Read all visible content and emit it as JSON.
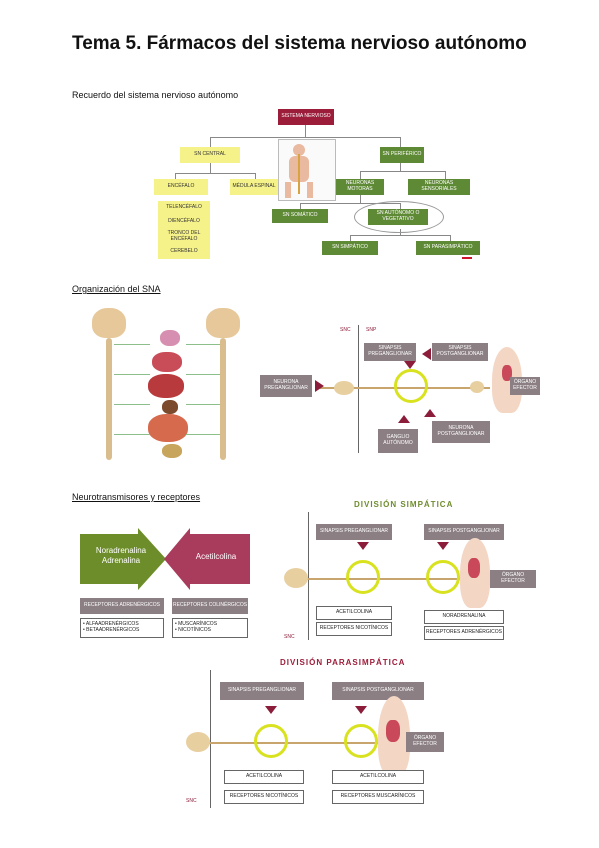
{
  "page": {
    "title": "Tema 5. Fármacos del sistema nervioso autónomo",
    "section1": "Recuerdo del sistema nervioso autónomo",
    "section2": "Organización del SNA",
    "section3": "Neurotransmisores y receptores"
  },
  "tree": {
    "root": "SISTEMA NERVIOSO",
    "snc": "SN CENTRAL",
    "snp": "SN PERIFÉRICO",
    "encefalo": "ENCÉFALO",
    "medula": "MÉDULA ESPINAL",
    "encefalo_parts": [
      "TELENCÉFALO",
      "DIENCÉFALO",
      "TRONCO DEL ENCÉFALO",
      "CEREBELO"
    ],
    "motoras": "NEURONAS MOTORAS",
    "sensoriales": "NEURONAS SENSORIALES",
    "somatico": "SN SOMÁTICO",
    "autonomo": "SN AUTÓNOMO O VEGETATIVO",
    "simpatico": "SN SIMPÁTICO",
    "parasimpatico": "SN PARASIMPÁTICO"
  },
  "organization": {
    "snc": "SNC",
    "snp": "SNP",
    "neurona_pre": "NEURONA PREGANGLIONAR",
    "sinapsis_pre": "SINAPSIS PREGANGLIONAR",
    "sinapsis_post": "SINAPSIS POSTGANGLIONAR",
    "organo": "ÓRGANO EFECTOR",
    "ganglio": "GANGLIO AUTÓNOMO",
    "neurona_post": "NEURONA POSTGANGLIONAR"
  },
  "neuro": {
    "noradrenalina": "Noradrenalina\nAdrenalina",
    "acetilcolina": "Acetilcolina",
    "rec_adr": "RECEPTORES ADRENÉRGICOS",
    "rec_col": "RECEPTORES COLINÉRGICOS",
    "adr_list": "• ALFAADRENÉRGICOS\n• BETAADRENÉRGICOS",
    "col_list": "• MUSCARÍNICOS\n• NICOTÍNICOS"
  },
  "simpatica": {
    "heading": "DIVISIÓN SIMPÁTICA",
    "sin_pre": "SINAPSIS PREGANGLIONAR",
    "sin_post": "SINAPSIS POSTGANGLIONAR",
    "organo": "ÓRGANO EFECTOR",
    "acetilcolina": "ACETILCOLINA",
    "rec_nic": "RECEPTORES NICOTÍNICOS",
    "noradrenalina": "NORADRENALINA",
    "rec_adr": "RECEPTORES ADRENÉRGICOS",
    "snc": "SNC"
  },
  "parasimpatica": {
    "heading": "DIVISIÓN PARASIMPÁTICA",
    "sin_pre": "SINAPSIS PREGANGLIONAR",
    "sin_post": "SINAPSIS POSTGANGLIONAR",
    "organo": "ÓRGANO EFECTOR",
    "acetilcolina1": "ACETILCOLINA",
    "rec_nic": "RECEPTORES NICOTÍNICOS",
    "acetilcolina2": "ACETILCOLINA",
    "rec_mus": "RECEPTORES MUSCARÍNICOS",
    "snc": "SNC"
  }
}
